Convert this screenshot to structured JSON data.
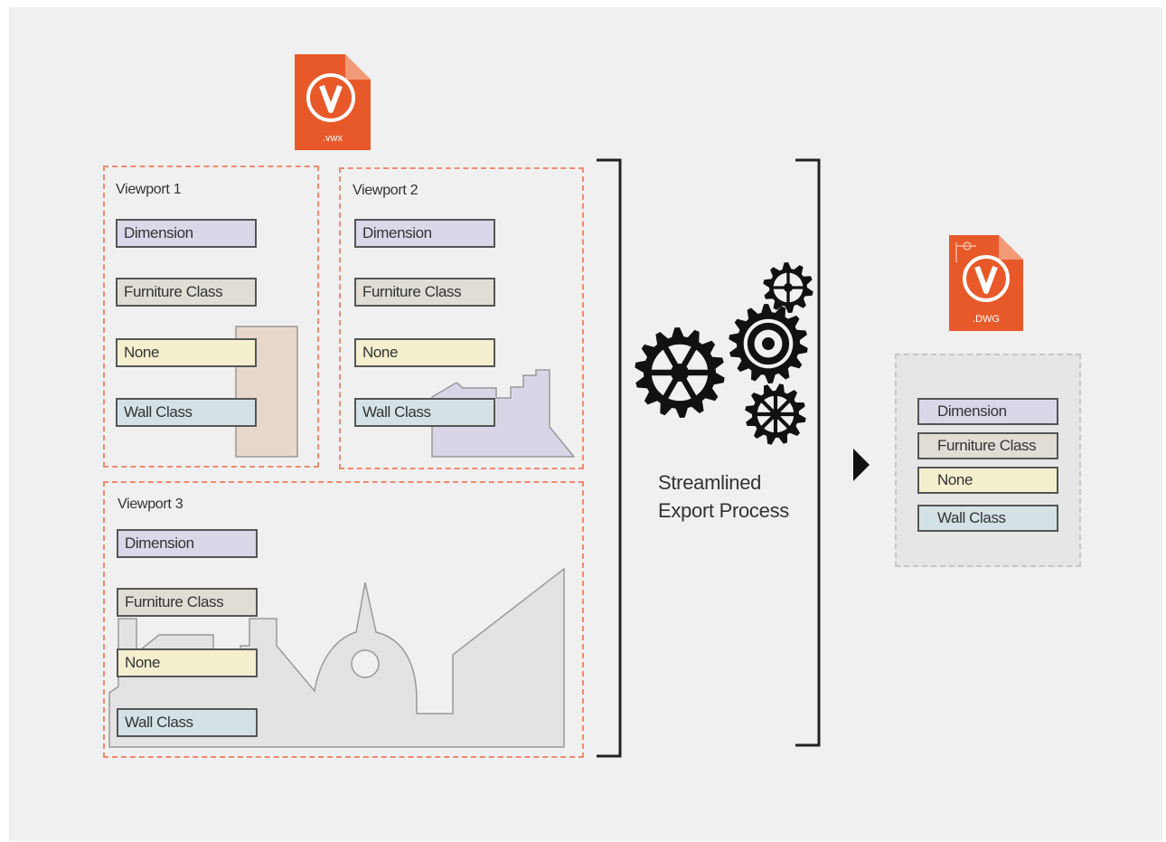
{
  "source_file": {
    "ext": ".vwx",
    "color": "#e8592a"
  },
  "target_file": {
    "ext": ".DWG",
    "color": "#e8592a"
  },
  "viewports": [
    {
      "title": "Viewport 1",
      "classes": [
        "Dimension",
        "Furniture Class",
        "None",
        "Wall Class"
      ]
    },
    {
      "title": "Viewport 2",
      "classes": [
        "Dimension",
        "Furniture Class",
        "None",
        "Wall Class"
      ]
    },
    {
      "title": "Viewport 3",
      "classes": [
        "Dimension",
        "Furniture Class",
        "None",
        "Wall Class"
      ]
    }
  ],
  "process": {
    "line1": "Streamlined",
    "line2": "Export Process"
  },
  "output_classes": [
    "Dimension",
    "Furniture Class",
    "None",
    "Wall Class"
  ],
  "colors": {
    "dimension": "#d8d8e8",
    "furniture": "#e0ddd5",
    "none": "#f3efcf",
    "wall": "#d4e2e6",
    "viewport_border": "#f08a70"
  }
}
